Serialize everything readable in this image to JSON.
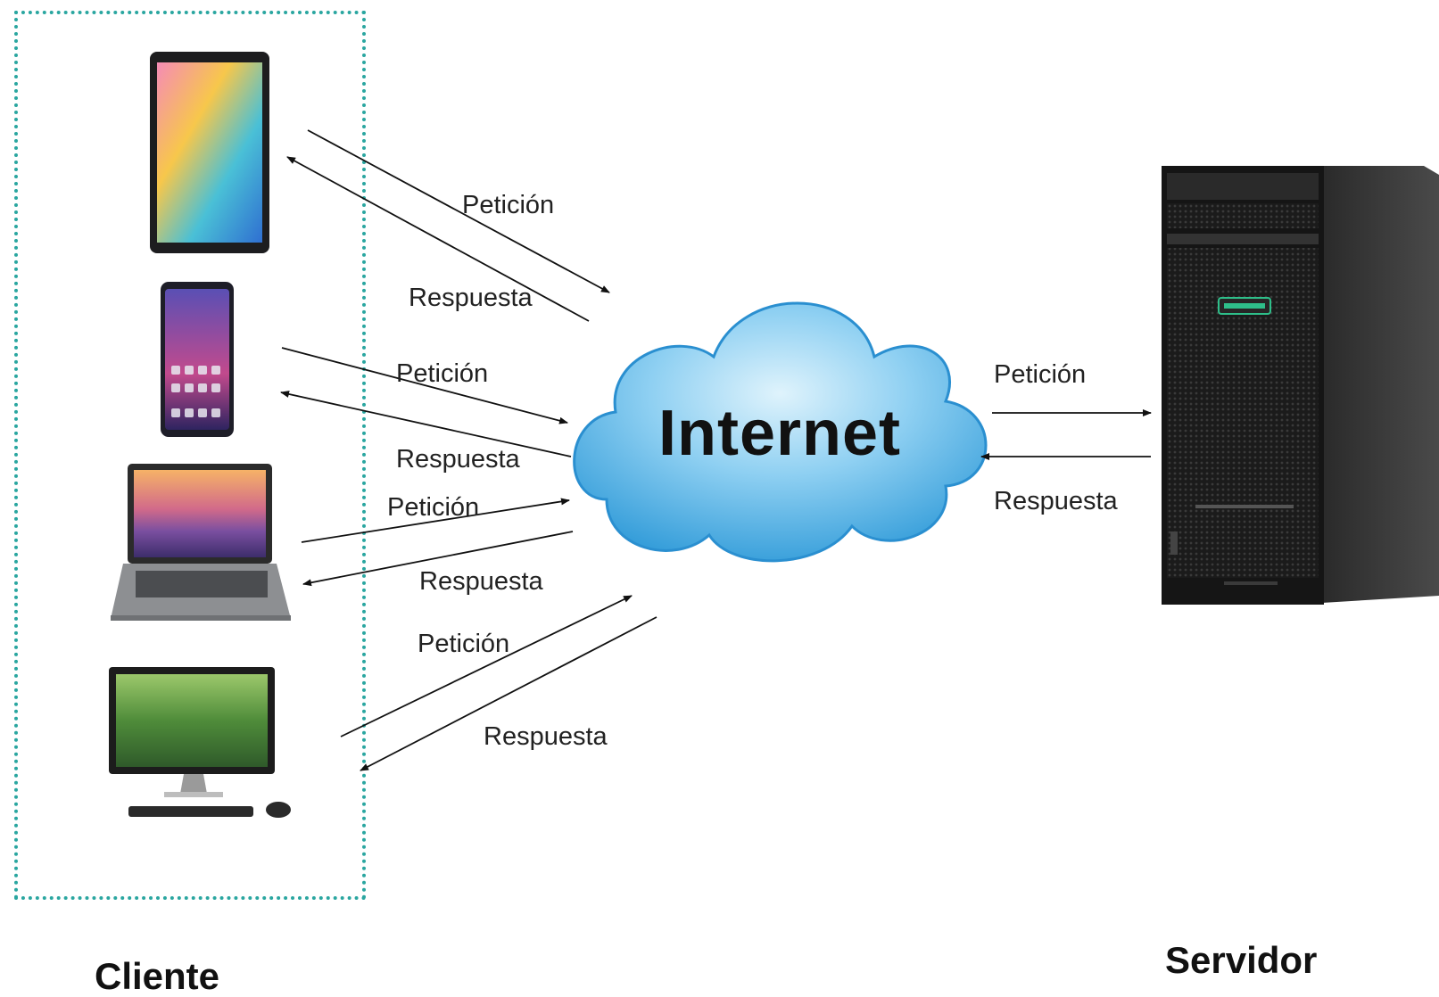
{
  "cloud": {
    "label": "Internet"
  },
  "client": {
    "label": "Cliente"
  },
  "server": {
    "label": "Servidor"
  },
  "arrows": {
    "tablet_request": "Petición",
    "tablet_response": "Respuesta",
    "phone_request": "Petición",
    "phone_response": "Respuesta",
    "laptop_request": "Petición",
    "laptop_response": "Respuesta",
    "desktop_request": "Petición",
    "desktop_response": "Respuesta",
    "server_request": "Petición",
    "server_response": "Respuesta"
  },
  "devices": [
    "tablet-icon",
    "smartphone-icon",
    "laptop-icon",
    "desktop-computer-icon",
    "server-tower-icon"
  ],
  "colors": {
    "client_border": "#2aa6a0",
    "cloud": "#5bb8ea"
  }
}
